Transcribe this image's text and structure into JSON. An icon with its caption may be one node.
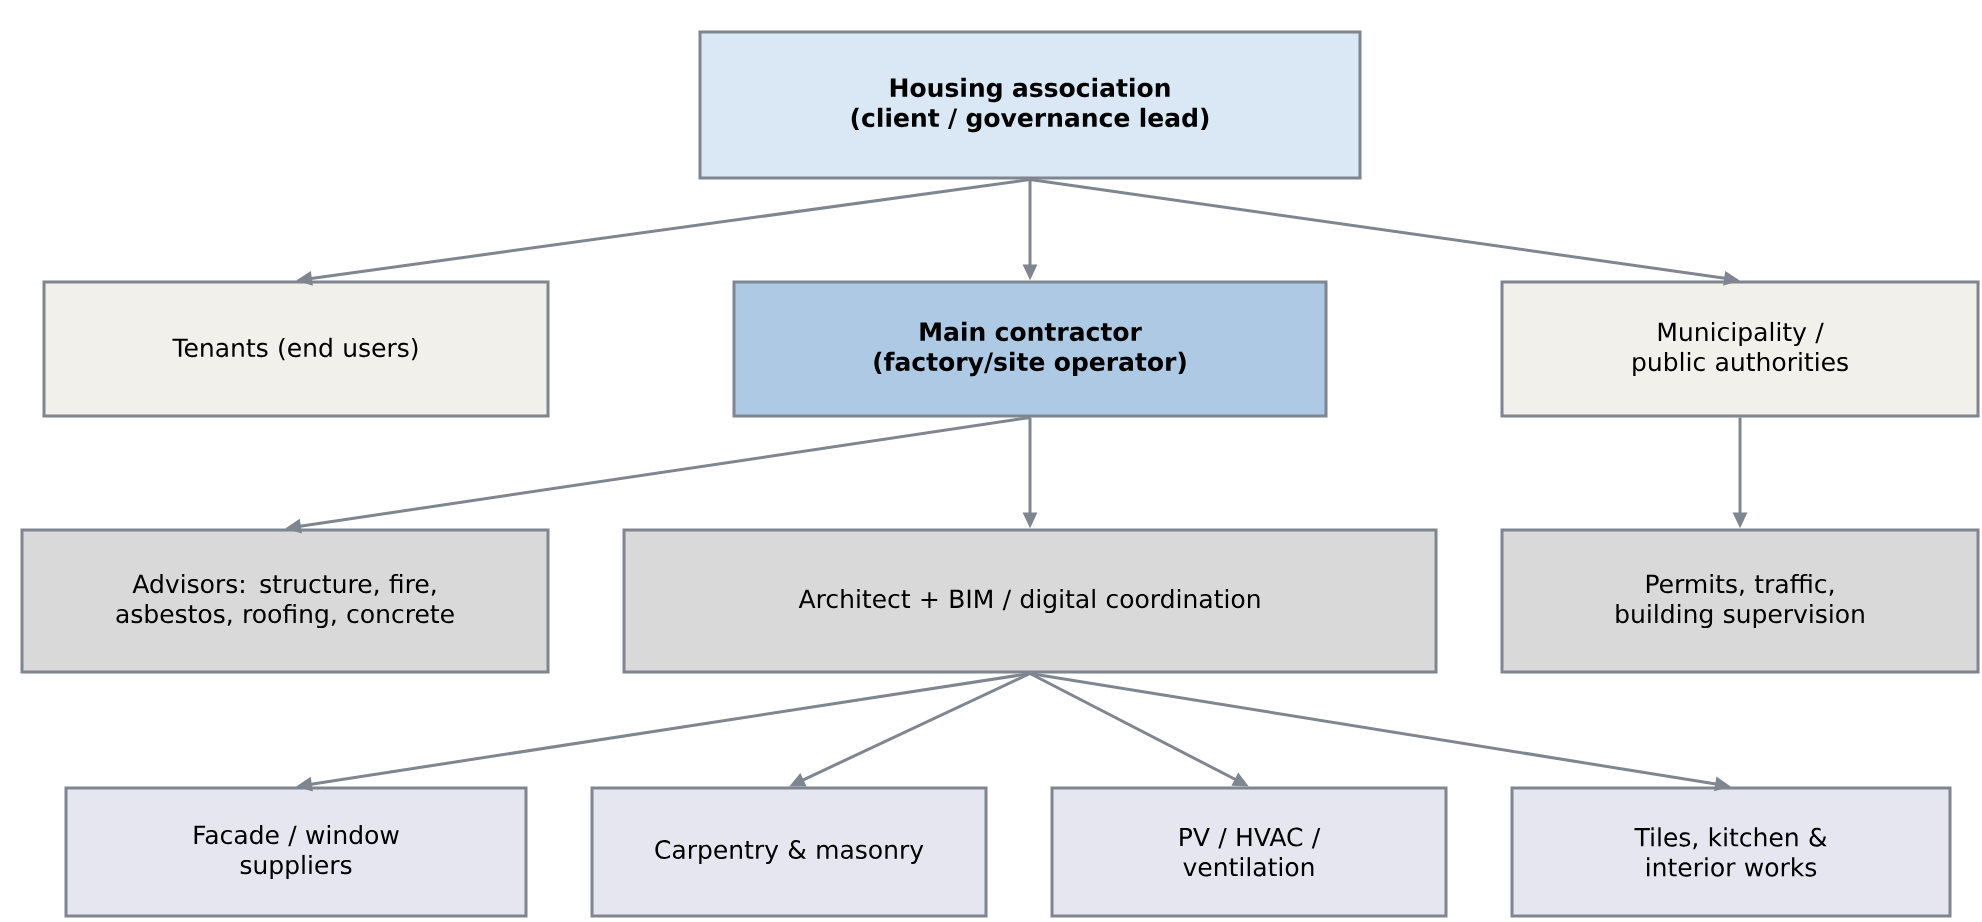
{
  "diagram": {
    "nodes": [
      {
        "text": [
          "Housing association (client / governance lead)"
        ]
      },
      {
        "text": [
          "Tenants (end users)"
        ]
      },
      {
        "text": [
          "Main contractor (factory/site operator)"
        ]
      },
      {
        "text": [
          "Municipality / public authorities"
        ]
      },
      {
        "text": [
          "Advisors: structure, fire, asbestos, roofing, concrete"
        ]
      },
      {
        "text": [
          "Architect + BIM / digital coordination"
        ]
      },
      {
        "text": [
          "Permits, traffic, building supervision"
        ]
      },
      {
        "text": [
          "Facade / window suppliers"
        ]
      },
      {
        "text": [
          "Carpentry & masonry"
        ]
      },
      {
        "text": [
          "PV / HVAC / ventilation"
        ]
      },
      {
        "text": [
          "Tiles, kitchen & interior works"
        ]
      }
    ],
    "edges": [
      {
        "from": 0,
        "to": 1,
        "arrow": "to"
      },
      {
        "from": 0,
        "to": 2,
        "arrow": "to"
      },
      {
        "from": 0,
        "to": 3,
        "arrow": "to"
      },
      {
        "from": 2,
        "to": 4,
        "arrow": "to"
      },
      {
        "from": 2,
        "to": 5,
        "arrow": "to"
      },
      {
        "from": 3,
        "to": 6,
        "arrow": "to"
      },
      {
        "from": 5,
        "to": 7,
        "arrow": "to"
      },
      {
        "from": 5,
        "to": 8,
        "arrow": "to"
      },
      {
        "from": 5,
        "to": 9,
        "arrow": "to"
      },
      {
        "from": 5,
        "to": 10,
        "arrow": "to"
      }
    ]
  }
}
